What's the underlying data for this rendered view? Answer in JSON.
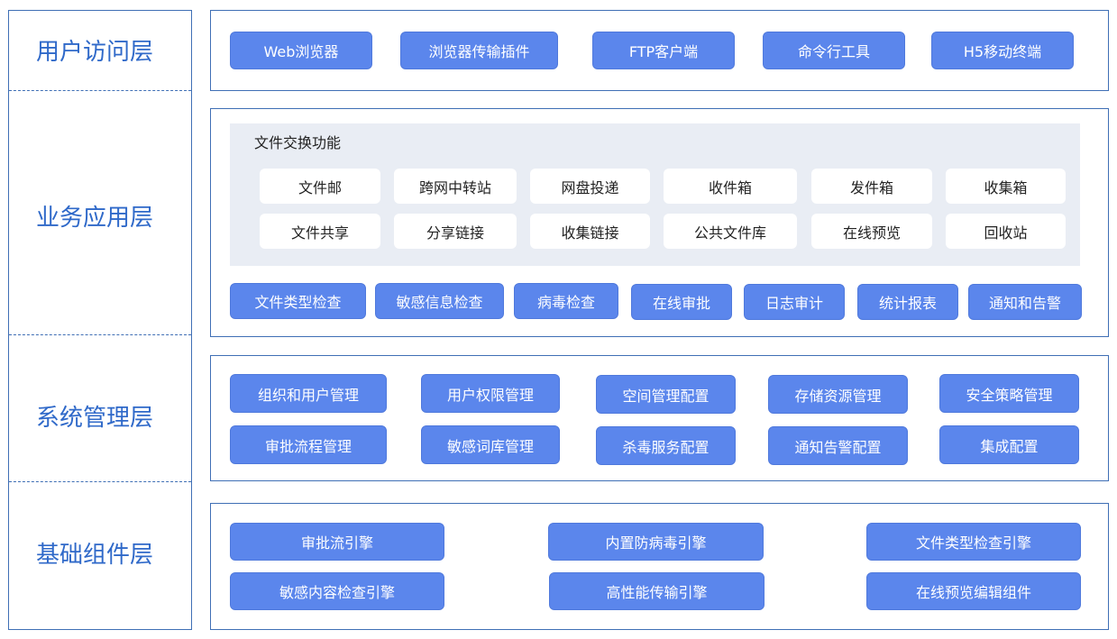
{
  "layers": {
    "access": "用户访问层",
    "business": "业务应用层",
    "system": "系统管理层",
    "base": "基础组件层"
  },
  "access_items": [
    "Web浏览器",
    "浏览器传输插件",
    "FTP客户端",
    "命令行工具",
    "H5移动终端"
  ],
  "exchange": {
    "title": "文件交换功能",
    "row1": [
      "文件邮",
      "跨网中转站",
      "网盘投递",
      "收件箱",
      "发件箱",
      "收集箱"
    ],
    "row2": [
      "文件共享",
      "分享链接",
      "收集链接",
      "公共文件库",
      "在线预览",
      "回收站"
    ]
  },
  "business_items": [
    "文件类型检查",
    "敏感信息检查",
    "病毒检查",
    "在线审批",
    "日志审计",
    "统计报表",
    "通知和告警"
  ],
  "system_items": {
    "row1": [
      "组织和用户管理",
      "用户权限管理",
      "空间管理配置",
      "存储资源管理",
      "安全策略管理"
    ],
    "row2": [
      "审批流程管理",
      "敏感词库管理",
      "杀毒服务配置",
      "通知告警配置",
      "集成配置"
    ]
  },
  "base_items": {
    "row1": [
      "审批流引擎",
      "内置防病毒引擎",
      "文件类型检查引擎"
    ],
    "row2": [
      "敏感内容检查引擎",
      "高性能传输引擎",
      "在线预览编辑组件"
    ]
  }
}
